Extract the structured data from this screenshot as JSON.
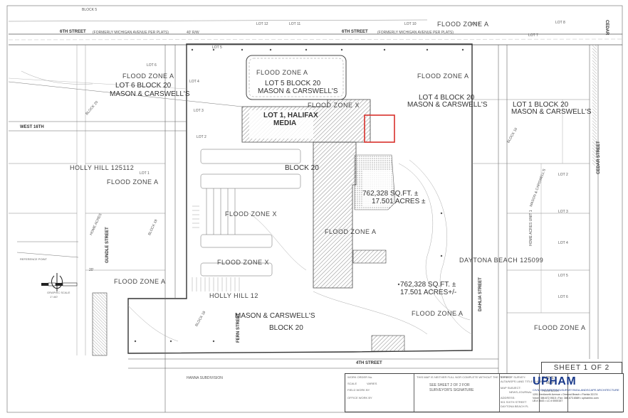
{
  "streets": {
    "sixth_street_left": "6TH STREET",
    "sixth_street_right": "6TH STREET",
    "formerly_michigan_left": "(FORMERLY MICHIGAN AVENUE PER PLATS)",
    "formerly_michigan_right": "(FORMERLY MICHIGAN AVENUE PER PLATS)",
    "row_40": "40' R/W",
    "west_16th": "WEST 16TH",
    "cedar_top": "CEDAR",
    "cedar_street": "CEDAR STREET",
    "gundle_street": "GUNDLE STREET",
    "dahlia_street": "DAHLIA STREET",
    "fern_street": "FERN STREET",
    "fourth_street": "4TH STREET",
    "block5": "BLOCK 5"
  },
  "labels": {
    "flood_zone_a_1": "FLOOD ZONE A",
    "flood_zone_a_2": "FLOOD ZONE A",
    "flood_zone_a_3": "FLOOD ZONE A",
    "flood_zone_a_4": "FLOOD ZONE A",
    "flood_zone_a_5": "FLOOD ZONE A",
    "flood_zone_a_6": "FLOOD ZONE A",
    "flood_zone_a_7": "FLOOD ZONE A",
    "flood_zone_a_8": "FLOOD ZONE A",
    "flood_zone_a_9": "FLOOD ZONE A",
    "flood_zone_x_1": "FLOOD ZONE X",
    "flood_zone_x_2": "FLOOD ZONE X",
    "flood_zone_x_3": "FLOOD ZONE X",
    "lot5_block20": "LOT 5 BLOCK 20",
    "mason_carswell_1": "MASON & CARSWELL'S",
    "lot6_block20": "LOT 6 BLOCK 20",
    "mason_carswell_2": "MASON & CARSWELL'S",
    "lot4_block20": "LOT 4 BLOCK 20",
    "mason_carswell_3": "MASON & CARSWELL'S",
    "lot1_block20": "LOT 1 BLOCK 20",
    "mason_carswell_4": "MASON & CARSWELL'S",
    "lot1_halifax": "LOT 1, HALIFAX",
    "media": "MEDIA",
    "holly_hill_left": "HOLLY HILL 125112",
    "holly_hill_center": "HOLLY HILL 12",
    "daytona_beach": "DAYTONA BEACH 125099",
    "area_1": "762,328 SQ.FT. ±",
    "area_1b": "17.501 ACRES ±",
    "area_2": "762,328 SQ.FT. ±",
    "area_2b": "17.501 ACRES+/-",
    "block20": "BLOCK 20",
    "block20b": "BLOCK 20",
    "block20c": "BLOCK 20",
    "block19": "BLOCK 19",
    "block18": "BLOCK 18",
    "block16": "BLOCK 16",
    "home_acres_unit1": "HOME ACRES UNIT 1",
    "mason_carswell_5": "MASON & CARSWELL'S",
    "mason_carswell_6": "MASON & CARSWELL'S",
    "home_acres_left": "HOME ACRES",
    "hanna_subdivision": "HANNA SUBDIVISION",
    "lot_labels": [
      "LOT 5",
      "LOT 6",
      "LOT 3",
      "LOT 4",
      "LOT 2",
      "LOT 1",
      "LOT 2",
      "LOT 3",
      "LOT 4",
      "LOT 5",
      "LOT 6",
      "LOT 7",
      "LOT 8",
      "LOT 9",
      "LOT 10",
      "LOT 11",
      "LOT 12"
    ],
    "reference_point": "REFERENCE POINT",
    "graphic_scale": "GRAPHIC SCALE",
    "scale_text": "1\"=60'",
    "dim_20": "20'"
  },
  "title_block": {
    "sheet": "SHEET 1 OF 2",
    "see_sheet": "SEE SHEET 2 OF 2 FOR",
    "surveyor_sig": "SURVEYOR'S SIGNATURE",
    "warning": "THIS MAP IS NEITHER FULL NOR COMPLETE WITHOUT THE REPORT",
    "work_order_lbl": "WORK ORDER No.",
    "scale_lbl": "SCALE",
    "scale_val": "VARIES",
    "field_work_lbl": "FIELD WORK BY",
    "office_work_lbl": "OFFICE WORK BY",
    "type_of_survey": "TYPE OF SURVEY:",
    "survey_name": "ALTA/NSPS LAND TITLE SURVEY",
    "map_subject": "MAP SUBJECT:",
    "client": "NEWS-JOURNAL",
    "address_lbl": "ADDRESS:",
    "address1": "901 SIXTH STREET",
    "address2": "DAYTONA BEACH FL",
    "survey_map_1": "SURVEY",
    "survey_map_2": "MAP",
    "field_book": "FIELD BOOK",
    "logo": "UPHAM",
    "logo_sub": "CIVIL ENGINEERING•SURVEYING•LANDSCAPE ARCHITECTURE",
    "logo_addr": "1201 Kenilworth Avenue • Ormond Beach • Florida 32174",
    "logo_phone": "Voice: 386.672.9515 • Fax: 386.673.6589 • uphaminc.com",
    "logo_lic": "LB # 3643 • LC # 0000157"
  },
  "colors": {
    "line": "#444444",
    "hatch": "#999999",
    "highlight": "#d9302b",
    "logo": "#1a3a8a"
  }
}
